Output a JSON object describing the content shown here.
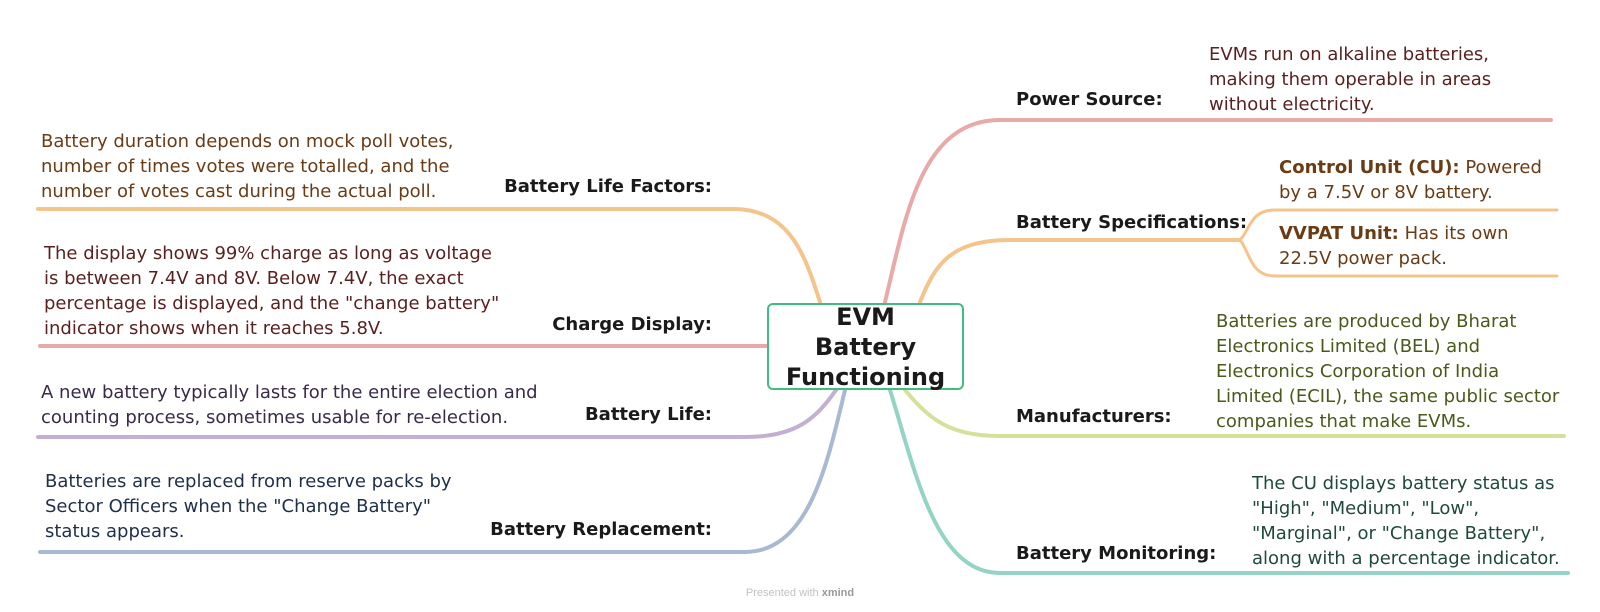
{
  "central": {
    "title": "EVM Battery Functioning"
  },
  "left_topics": [
    {
      "label": "Battery Life Factors:",
      "text": "Battery duration depends on mock poll votes, number of times votes were totalled, and the number of votes cast during the actual poll.",
      "color": "#f4c48c",
      "text_color": "#6b3b14"
    },
    {
      "label": "Charge Display:",
      "text": "The display shows 99% charge as long as voltage is between 7.4V and 8V. Below 7.4V, the exact percentage is displayed, and the \"change battery\" indicator shows when it reaches 5.8V.",
      "color": "#e8a9a9",
      "text_color": "#5a1f1f"
    },
    {
      "label": "Battery Life:",
      "text": "A new battery typically lasts for the entire election and counting process, sometimes usable for re-election.",
      "color": "#c4aed2",
      "text_color": "#3a2a4a"
    },
    {
      "label": "Battery Replacement:",
      "text": "Batteries are replaced from reserve packs by Sector Officers when the \"Change Battery\" status appears.",
      "color": "#a9b9d4",
      "text_color": "#1f2f4a"
    }
  ],
  "right_topics": [
    {
      "label": "Power Source:",
      "text": "EVMs run on alkaline batteries, making them operable in areas without electricity.",
      "color": "#e8a9a9",
      "text_color": "#5a1f1f"
    },
    {
      "label": "Battery Specifications:",
      "color": "#f4c48c",
      "text_color": "#6b3b14",
      "subtopics": [
        {
          "bold": "Control Unit (CU):",
          "text": " Powered by a 7.5V or 8V battery."
        },
        {
          "bold": "VVPAT Unit:",
          "text": " Has its own 22.5V power pack."
        }
      ]
    },
    {
      "label": "Manufacturers:",
      "text": "Batteries are produced by Bharat Electronics Limited (BEL) and Electronics Corporation of India Limited (ECIL), the same public sector companies that make EVMs.",
      "color": "#d6e09a",
      "text_color": "#4a5a1a"
    },
    {
      "label": "Battery Monitoring:",
      "text": "The CU displays battery status as \"High\", \"Medium\", \"Low\", \"Marginal\", or \"Change Battery\", along with a percentage indicator.",
      "color": "#93d4c4",
      "text_color": "#1f4a3a"
    }
  ],
  "footer": {
    "prefix": "Presented with ",
    "brand": "xmind"
  }
}
